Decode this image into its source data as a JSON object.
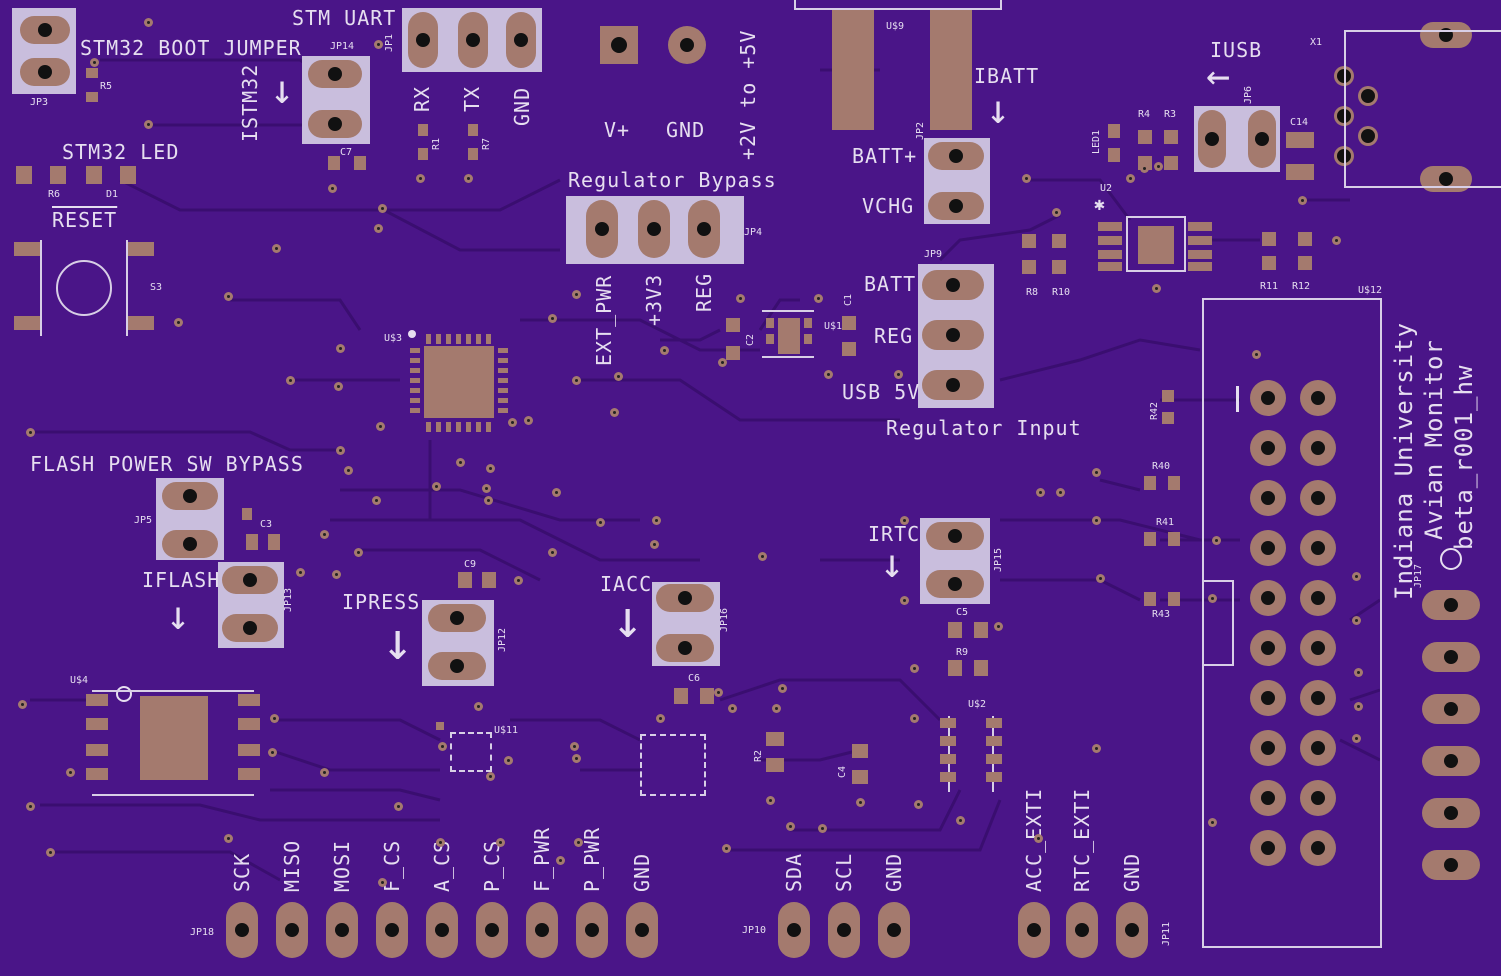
{
  "board": {
    "background": "#4a1588",
    "silkscreen": "#e6def0",
    "copper": "#a47a6e"
  },
  "labels": {
    "stm32_boot_jumper": "STM32 BOOT JUMPER",
    "stm_uart": "STM UART",
    "istm32": "ISTM32",
    "stm32_led": "STM32 LED",
    "reset": "RESET",
    "rx": "RX",
    "tx": "TX",
    "gnd_uart": "GND",
    "vplus": "V+",
    "gnd_power": "GND",
    "range": "+2V to +5V",
    "regulator_bypass": "Regulator Bypass",
    "ext_pwr": "EXT_PWR",
    "v3v3": "+3V3",
    "reg": "REG",
    "ibatt": "IBATT",
    "batt_plus": "BATT+",
    "vchg": "VCHG",
    "iusb": "IUSB",
    "batt": "BATT",
    "reg_in": "REG",
    "usb5v": "USB 5V",
    "regulator_input": "Regulator Input",
    "flash_power_sw_bypass": "FLASH POWER SW BYPASS",
    "iflash": "IFLASH",
    "ipress": "IPRESS",
    "iacc": "IACC",
    "irtc": "IRTC",
    "title_line1": "Indiana University",
    "title_line2": "Avian Monitor",
    "title_line3": "beta_r001_hw",
    "spi_pins": [
      "SCK",
      "MISO",
      "MOSI",
      "F_CS",
      "A_CS",
      "P_CS",
      "F_PWR",
      "P_PWR",
      "GND"
    ],
    "i2c_pins": [
      "SDA",
      "SCL",
      "GND"
    ],
    "exti_pins": [
      "ACC_EXTI",
      "RTC_EXTI",
      "GND"
    ]
  },
  "refdes": {
    "jp3": "JP3",
    "jp14": "JP14",
    "jp1": "JP1",
    "r5": "R5",
    "r1": "R1",
    "r7": "R7",
    "c7": "C7",
    "r6": "R6",
    "d1": "D1",
    "s3": "S3",
    "u3": "U$3",
    "jp4": "JP4",
    "u9": "U$9",
    "jp2": "JP2",
    "jp9": "JP9",
    "c2": "C2",
    "c1": "C1",
    "u1": "U$1",
    "led1": "LED1",
    "r4": "R4",
    "r3": "R3",
    "jp6": "JP6",
    "c14": "C14",
    "x1": "X1",
    "u2": "U2",
    "r8": "R8",
    "r10": "R10",
    "r11": "R11",
    "r12": "R12",
    "u12": "U$12",
    "r42": "R42",
    "r40": "R40",
    "r41": "R41",
    "r43": "R43",
    "jp5": "JP5",
    "c3": "C3",
    "jp13": "JP13",
    "c9": "C9",
    "jp12": "JP12",
    "jp16": "JP16",
    "jp15": "JP15",
    "c5": "C5",
    "r9": "R9",
    "u4": "U$4",
    "u11": "U$11",
    "c6": "C6",
    "r2": "R2",
    "c4": "C4",
    "u2b": "U$2",
    "jp17": "JP17",
    "jp18": "JP18",
    "jp10": "JP10",
    "jp11": "JP11"
  }
}
